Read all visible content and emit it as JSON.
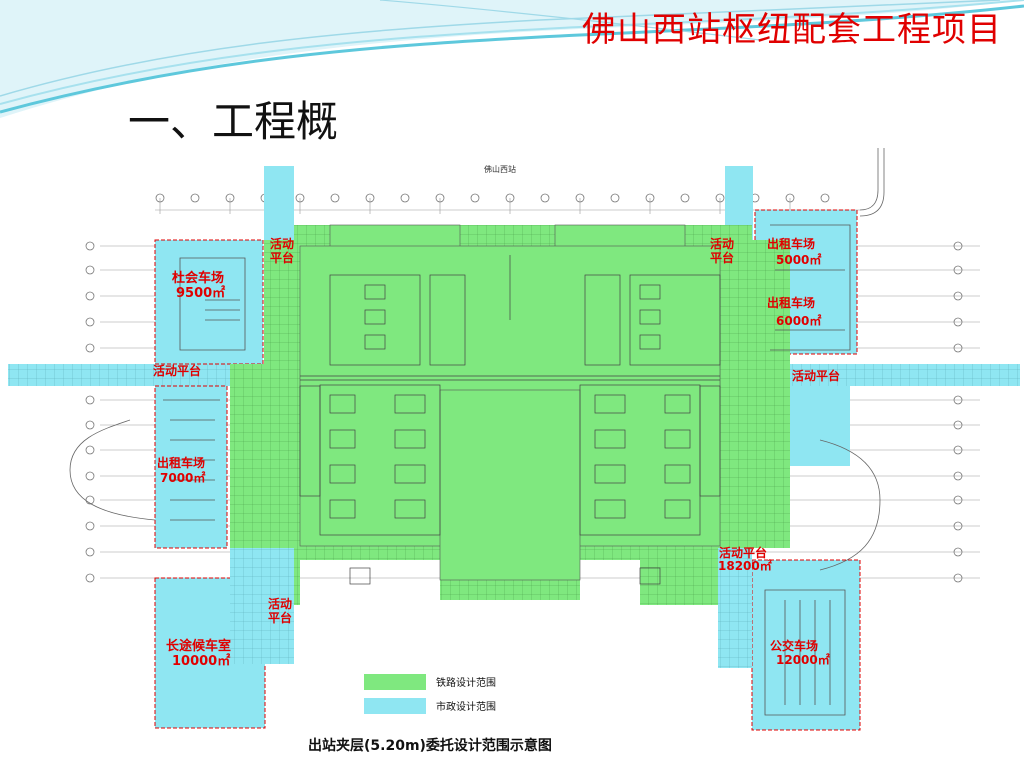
{
  "header": {
    "project_title": "佛山西站枢纽配套工程项目",
    "section_title": "一、工程概"
  },
  "plan": {
    "station_name": "佛山西站",
    "zones": {
      "social_parking": {
        "name": "杜会车场",
        "area": "9500㎡"
      },
      "activity_platform_nw": {
        "name": "活动\n平台"
      },
      "activity_platform_ne": {
        "name": "活动\n平台"
      },
      "taxi_ne_1": {
        "name": "出租车场",
        "area": "5000㎡"
      },
      "taxi_ne_2": {
        "name": "出租车场",
        "area": "6000㎡"
      },
      "activity_platform_w": {
        "name": "活动平台"
      },
      "activity_platform_e": {
        "name": "活动平台"
      },
      "taxi_w": {
        "name": "出租车场",
        "area": "7000㎡"
      },
      "activity_platform_se": {
        "name": "活动平台",
        "area": "18200㎡"
      },
      "activity_platform_sw": {
        "name": "活动\n平台"
      },
      "long_distance_waiting": {
        "name": "长途候车室",
        "area": "10000㎡"
      },
      "bus_station": {
        "name": "公交车场",
        "area": "12000㎡"
      }
    },
    "legend": [
      {
        "label": "铁路设计范围",
        "color": "#7fe87f"
      },
      {
        "label": "市政设计范围",
        "color": "#8fe6f2"
      }
    ],
    "caption": "出站夹层(5.20m)委托设计范围示意图"
  },
  "colors": {
    "railway_green": "#7fe87f",
    "municipal_cyan": "#8fe6f2",
    "label_red": "#e00000",
    "wave_blue": "#5ec8dc"
  }
}
